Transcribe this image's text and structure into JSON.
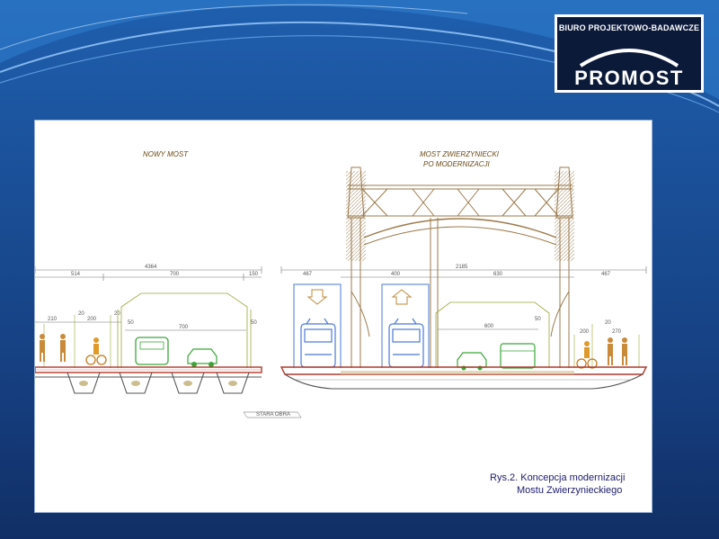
{
  "logo": {
    "subtitle": "BIURO PROJEKTOWO-BADAWCZE",
    "name": "PROMOST"
  },
  "drawing": {
    "left_title": "NOWY MOST",
    "right_title_line1": "MOST ZWIERZYNIECKI",
    "right_title_line2": "PO MODERNIZACJI",
    "old_pillar_label": "STARA OBRA",
    "dims_left": {
      "total": "4364",
      "d1": "514",
      "d2": "700",
      "d3": "150",
      "d4": "210",
      "d5": "20",
      "d6": "200",
      "d7": "20",
      "d8": "700",
      "d9": "50",
      "d10": "50"
    },
    "dims_right": {
      "total": "2185",
      "d1": "467",
      "d2": "467",
      "d3": "400",
      "d4": "630",
      "d5": "600",
      "d6": "50",
      "d7": "200",
      "d8": "270",
      "d9": "20"
    }
  },
  "caption": {
    "line1": "Rys.2. Koncepcja modernizacji",
    "line2": "Mostu Zwierzynieckiego"
  },
  "colors": {
    "tram_blue": "#4a78d8",
    "structure_brown": "#9c7a4a",
    "vehicle_green": "#3aa63a",
    "deck_red": "#b0392c"
  }
}
